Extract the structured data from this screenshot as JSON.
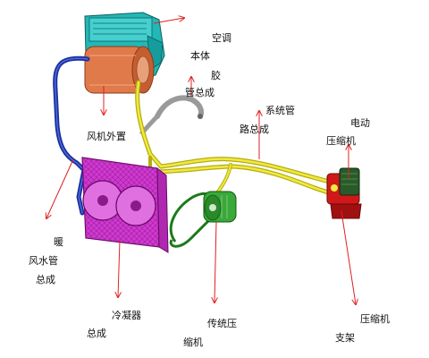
{
  "labels": {
    "ac_body": [
      "空调",
      "本体"
    ],
    "hose": [
      "胶",
      "管总成"
    ],
    "blower": "风机外置",
    "system_pipe": [
      "系统管",
      "路总成"
    ],
    "e_compressor": [
      "电动",
      "压缩机"
    ],
    "heater_pipe": [
      "暖",
      "风水管",
      "总成"
    ],
    "condenser": [
      "冷凝器",
      "总成"
    ],
    "trad_compressor": [
      "传统压",
      "缩机"
    ],
    "bracket": [
      "压缩机",
      "支架"
    ]
  },
  "colors": {
    "arrow": "#e02020",
    "ac_housing": "#23b7b7",
    "blower_housing": "#e07a4a",
    "pipe_yellow": "#e8e020",
    "pipe_blue": "#1a2fa0",
    "condenser": "#d03ad0",
    "compressor_green": "#3aa83a",
    "e_compressor_red": "#d01818"
  }
}
